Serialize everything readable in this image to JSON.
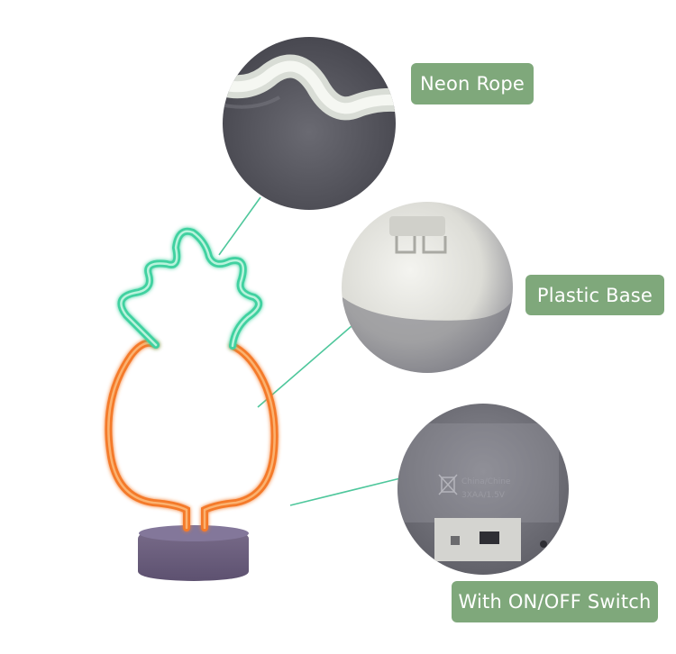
{
  "labels": {
    "neon_rope": "Neon Rope",
    "plastic_base": "Plastic Base",
    "switch": "With ON/OFF Switch"
  },
  "battery_marking": {
    "origin": "China/Chine",
    "spec": "3XAA/1.5V"
  },
  "colors": {
    "label_bg": "#7fa87b",
    "neon_green": "#3fd1a0",
    "neon_orange": "#f47a2c",
    "base_purple": "#6c5f7d",
    "leader_line": "#4fc79c"
  }
}
